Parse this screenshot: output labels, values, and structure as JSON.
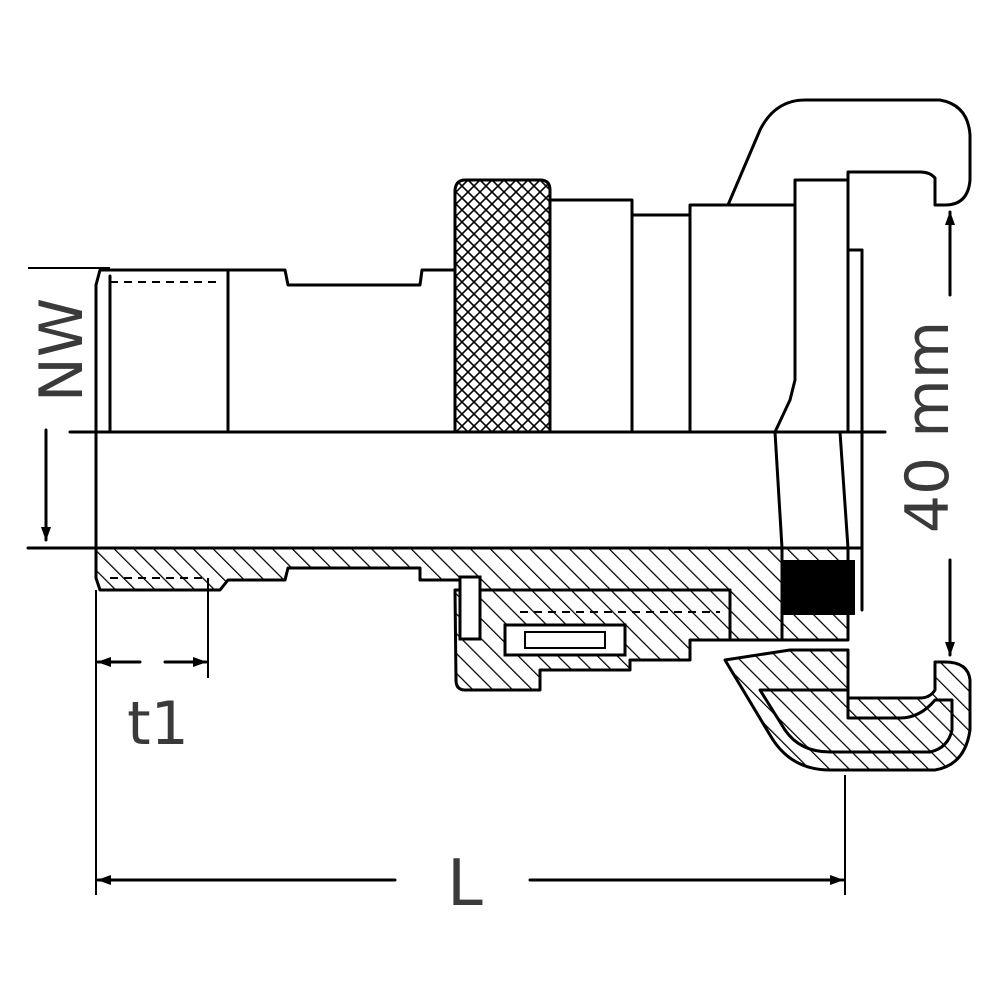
{
  "labels": {
    "nominal_width": "NW",
    "thread_depth": "t1",
    "length": "L",
    "claw_spacing": "40 mm"
  }
}
